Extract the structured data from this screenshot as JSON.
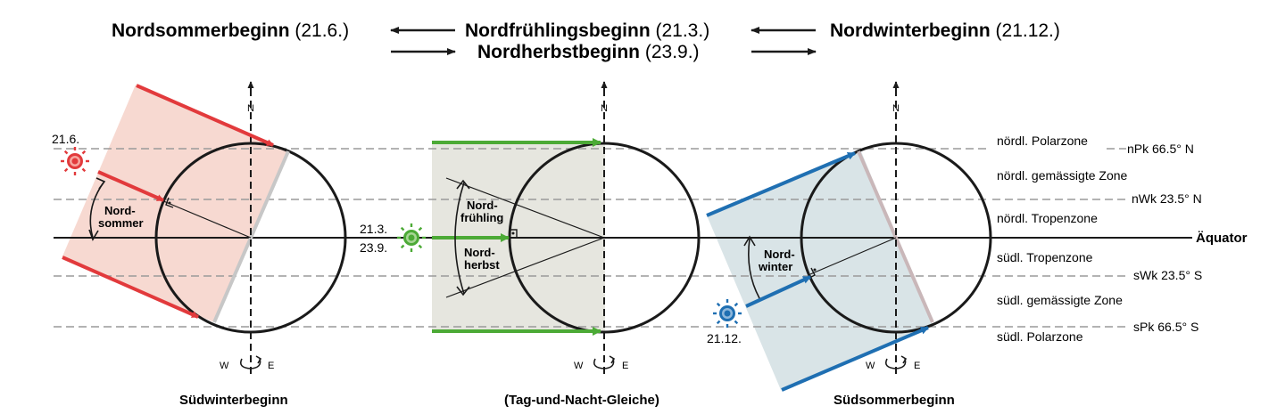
{
  "colors": {
    "red": "#e23a3c",
    "red_fill": "#f7d9d1",
    "green": "#4caa36",
    "green_fill": "#e6e6df",
    "blue": "#1f6fb2",
    "blue_fill": "#d9e4e7",
    "line_dash": "#9a9a9a",
    "ink": "#1a1a1a",
    "terminator_red": "#c7c7c7",
    "terminator_blue": "#c9b7b9"
  },
  "header": {
    "summer_name": "Nordsommerbeginn",
    "summer_date": "(21.6.)",
    "spring_name": "Nordfrühlingsbeginn",
    "spring_date": "(21.3.)",
    "autumn_name": "Nordherbstbeginn",
    "autumn_date": "(23.9.)",
    "winter_name": "Nordwinterbeginn",
    "winter_date": "(21.12.)"
  },
  "axis": {
    "north": "N",
    "west": "W",
    "east": "E"
  },
  "panel1": {
    "date": "21.6.",
    "angle_label_1": "Nord-",
    "angle_label_2": "sommer",
    "footer": "Südwinterbeginn"
  },
  "panel2": {
    "date_1": "21.3.",
    "date_2": "23.9.",
    "angle_top_1": "Nord-",
    "angle_top_2": "frühling",
    "angle_bottom_1": "Nord-",
    "angle_bottom_2": "herbst",
    "footer": "(Tag-und-Nacht-Gleiche)"
  },
  "panel3": {
    "date": "21.12.",
    "angle_label_1": "Nord-",
    "angle_label_2": "winter",
    "footer": "Südsommerbeginn"
  },
  "zones": {
    "north_polar": "nördl. Polarzone",
    "north_temperate": "nördl. gemässigte Zone",
    "north_tropical": "nördl. Tropenzone",
    "south_tropical": "südl. Tropenzone",
    "south_temperate": "südl. gemässigte Zone",
    "south_polar": "südl. Polarzone"
  },
  "lines": {
    "npk": "nPk 66.5° N",
    "nwk": "nWk 23.5° N",
    "equator": "Äquator",
    "swk": "sWk 23.5° S",
    "spk": "sPk 66.5° S"
  }
}
